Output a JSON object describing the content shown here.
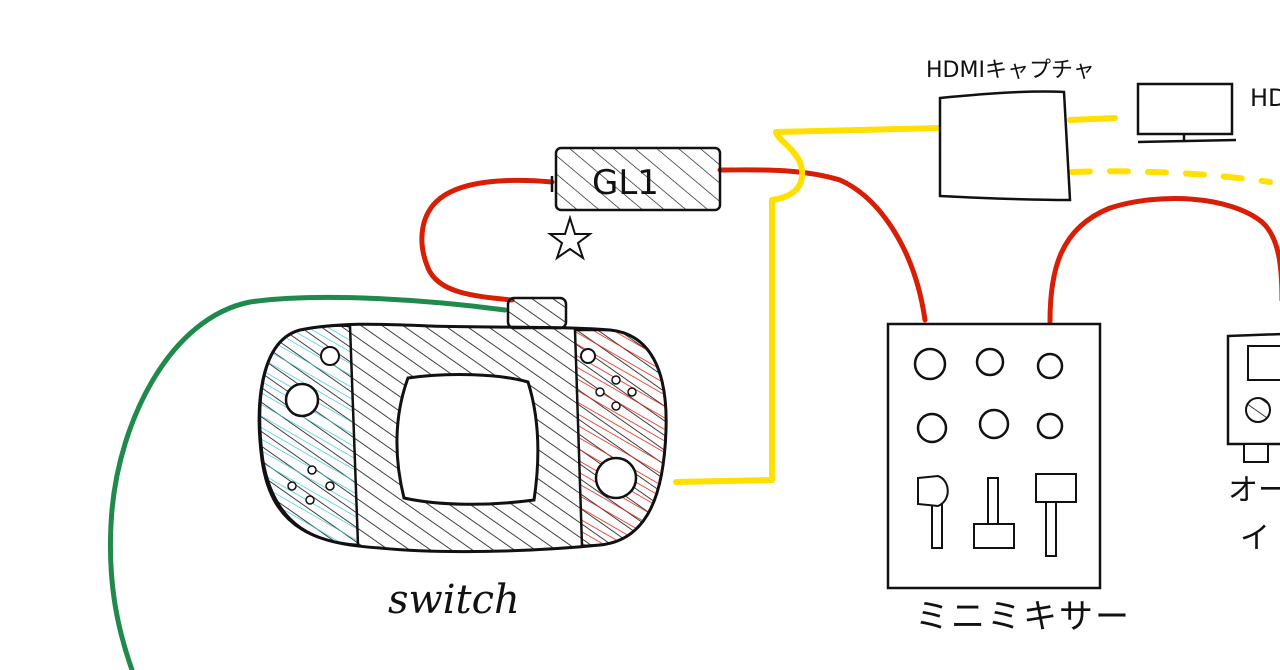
{
  "labels": {
    "switch": "switch",
    "gl1": "GL1",
    "star": "☆",
    "hdmi_capture": "HDMIキャプチャ",
    "hd_partial": "HD",
    "mini_mixer": "ミニミキサー",
    "audio_interface_line1": "オー",
    "audio_interface_line2": "イ"
  },
  "colors": {
    "red_cable": "#d81e05",
    "yellow_cable": "#ffe000",
    "green_cable": "#1f8a4c",
    "joycon_left": "#3cc6d8",
    "joycon_right": "#e8241c",
    "ink": "#111111"
  },
  "icons": {
    "star": "star-icon",
    "monitor": "monitor-icon"
  }
}
